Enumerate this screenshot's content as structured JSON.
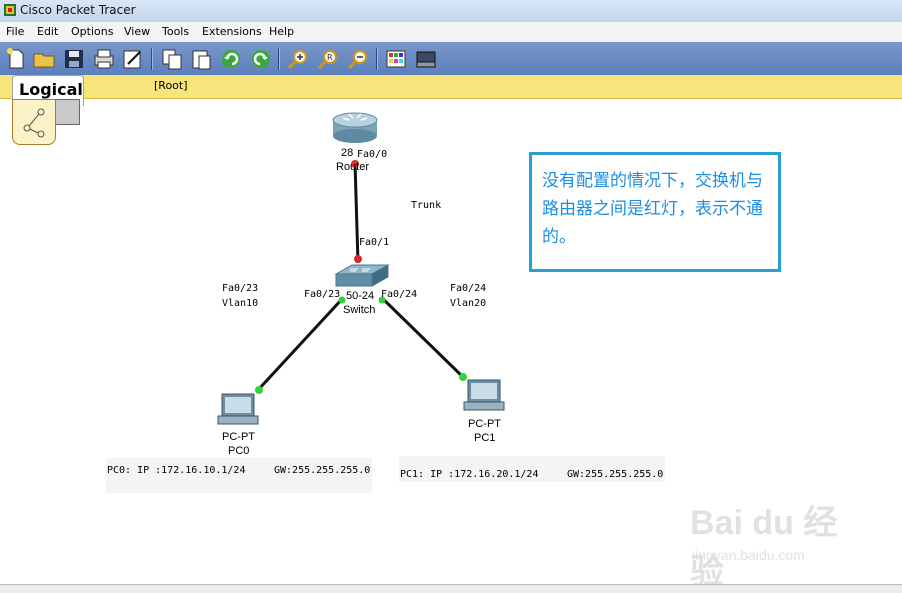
{
  "window": {
    "title": "Cisco Packet Tracer"
  },
  "menu": [
    "File",
    "Edit",
    "Options",
    "View",
    "Tools",
    "Extensions",
    "Help"
  ],
  "toolbar": {
    "icons": [
      "new-file-icon",
      "open-folder-icon",
      "save-icon",
      "print-icon",
      "activity-wizard-icon",
      "copy-icon",
      "paste-icon",
      "undo-icon",
      "redo-icon",
      "zoom-in-icon",
      "zoom-reset-icon",
      "zoom-out-icon",
      "palette-icon",
      "custom-device-icon"
    ]
  },
  "workspace": {
    "tab_label": "Logical",
    "root_label": "[Root]"
  },
  "topology": {
    "router": {
      "model_partial": "28",
      "name": "Router",
      "port": "Fa0/0"
    },
    "trunk_label": "Trunk",
    "switch": {
      "model_partial": "50-24",
      "name": "Switch",
      "uplink_port": "Fa0/1",
      "port_left": "Fa0/23",
      "port_right": "Fa0/24"
    },
    "left_annot": {
      "port": "Fa0/23",
      "vlan": "Vlan10"
    },
    "right_annot": {
      "port": "Fa0/24",
      "vlan": "Vlan20"
    },
    "pc0": {
      "type": "PC-PT",
      "name": "PC0"
    },
    "pc1": {
      "type": "PC-PT",
      "name": "PC1"
    },
    "pc0_info": {
      "ip": "PC0: IP :172.16.10.1/24",
      "gw": "GW:255.255.255.0"
    },
    "pc1_info": {
      "ip": "PC1: IP :172.16.20.1/24",
      "gw": "GW:255.255.255.0"
    },
    "link_colors": {
      "red": "#d9282a",
      "green": "#34d23a"
    }
  },
  "callout": {
    "text": "没有配置的情况下，交换机与路由器之间是红灯，表示不通的。",
    "border_color": "#2a9fd6",
    "text_color": "#1d8ee0"
  },
  "watermark": {
    "logo": "Bai du 经验",
    "url": "jingyan.baidu.com"
  }
}
